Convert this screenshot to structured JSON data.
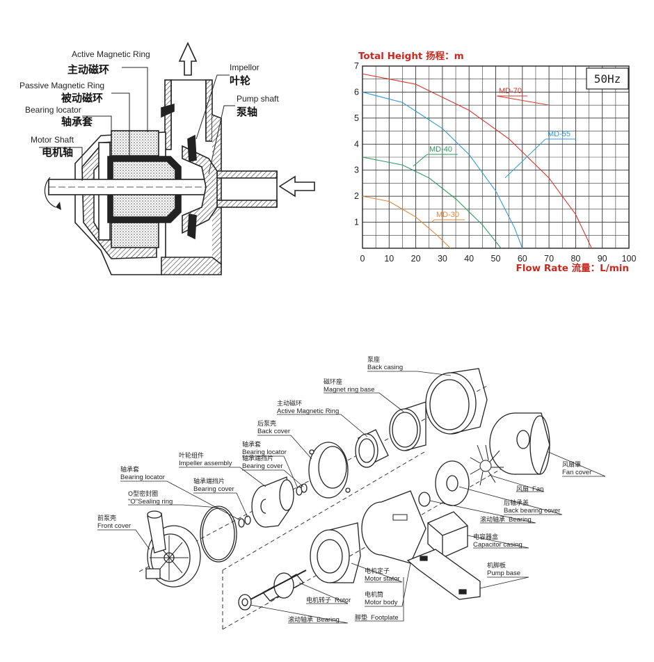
{
  "section_labels": {
    "active_ring_en": "Active Magnetic Ring",
    "active_ring_zh": "主动磁环",
    "passive_ring_en": "Passive Magnetic Ring",
    "passive_ring_zh": "被动磁环",
    "bearing_locator_en": "Bearing locator",
    "bearing_locator_zh": "轴承套",
    "motor_shaft_en": "Motor Shaft",
    "motor_shaft_zh": "电机轴",
    "impellor_en": "Impellor",
    "impellor_zh": "叶轮",
    "pump_shaft_en": "Pump shaft",
    "pump_shaft_zh": "泵轴"
  },
  "chart_data": {
    "type": "line",
    "title": "Total Height 扬程：m",
    "xlabel": "Flow Rate 流量：L/min",
    "badge": "50Hz",
    "xlim": [
      0,
      100
    ],
    "ylim": [
      0,
      7
    ],
    "x_ticks": [
      "0",
      "10",
      "20",
      "30",
      "40",
      "50",
      "60",
      "70",
      "80",
      "90",
      "100"
    ],
    "y_ticks": [
      "1",
      "2",
      "3",
      "4",
      "5",
      "6",
      "7"
    ],
    "grid": true,
    "series": [
      {
        "name": "MD-70",
        "color": "#d9362b",
        "x": [
          0,
          20,
          40,
          55,
          70,
          80,
          86
        ],
        "y": [
          6.7,
          6.3,
          5.3,
          4.2,
          2.7,
          1.3,
          0
        ]
      },
      {
        "name": "MD-55",
        "color": "#2c9bd6",
        "x": [
          0,
          15,
          30,
          40,
          50,
          57,
          60
        ],
        "y": [
          6.0,
          5.6,
          4.6,
          3.6,
          2.2,
          0.8,
          0
        ]
      },
      {
        "name": "MD-40",
        "color": "#2b9a5c",
        "x": [
          0,
          15,
          25,
          35,
          45,
          52
        ],
        "y": [
          3.5,
          3.2,
          2.7,
          1.9,
          0.9,
          0
        ]
      },
      {
        "name": "MD-30",
        "color": "#e0873a",
        "x": [
          0,
          10,
          20,
          28,
          33
        ],
        "y": [
          2.0,
          1.8,
          1.2,
          0.5,
          0
        ]
      }
    ]
  },
  "parts": [
    {
      "id": "back-casing",
      "zh": "泵座",
      "en": "Back casing"
    },
    {
      "id": "magnet-ring-base",
      "zh": "磁环座",
      "en": "Magnet ring base"
    },
    {
      "id": "active-magnetic-ring",
      "zh": "主动磁环",
      "en": "Active Magnetic Ring"
    },
    {
      "id": "back-cover",
      "zh": "后泵壳",
      "en": "Back cover"
    },
    {
      "id": "bearing-locator-2",
      "zh": "轴承套",
      "en": "Bearing locator"
    },
    {
      "id": "bearing-cover-2",
      "zh": "轴承端挡片",
      "en": "Bearing cover"
    },
    {
      "id": "impeller-assembly",
      "zh": "叶轮组件",
      "en": "Impeller assembly"
    },
    {
      "id": "bearing-locator-1",
      "zh": "轴承套",
      "en": "Bearing locator"
    },
    {
      "id": "bearing-cover-1",
      "zh": "轴承端挡片",
      "en": "Bearing cover"
    },
    {
      "id": "sealing-ring",
      "zh": "O型密封圈",
      "en": "\"O\"Sealing ring"
    },
    {
      "id": "front-cover",
      "zh": "前泵壳",
      "en": "Front cover"
    },
    {
      "id": "fan-cover",
      "zh": "风扇罩",
      "en": "Fan cover"
    },
    {
      "id": "fan",
      "zh": "风扇",
      "en": "Fan"
    },
    {
      "id": "back-bearing-cover",
      "zh": "后轴承盖",
      "en": "Back bearing cover"
    },
    {
      "id": "bearing-1",
      "zh": "滚动轴承",
      "en": "Bearing"
    },
    {
      "id": "capacitor-casing",
      "zh": "电容器盒",
      "en": "Capacitor casing"
    },
    {
      "id": "pump-base",
      "zh": "机脚板",
      "en": "Pump base"
    },
    {
      "id": "motor-stator",
      "zh": "电机定子",
      "en": "Motor stator"
    },
    {
      "id": "motor-body",
      "zh": "电机筒",
      "en": "Motor body"
    },
    {
      "id": "rotor",
      "zh": "电机转子",
      "en": "Rotor"
    },
    {
      "id": "footplate",
      "zh": "脚垫",
      "en": "Footplate"
    },
    {
      "id": "bearing-2",
      "zh": "滚动轴承",
      "en": "Bearing"
    }
  ]
}
